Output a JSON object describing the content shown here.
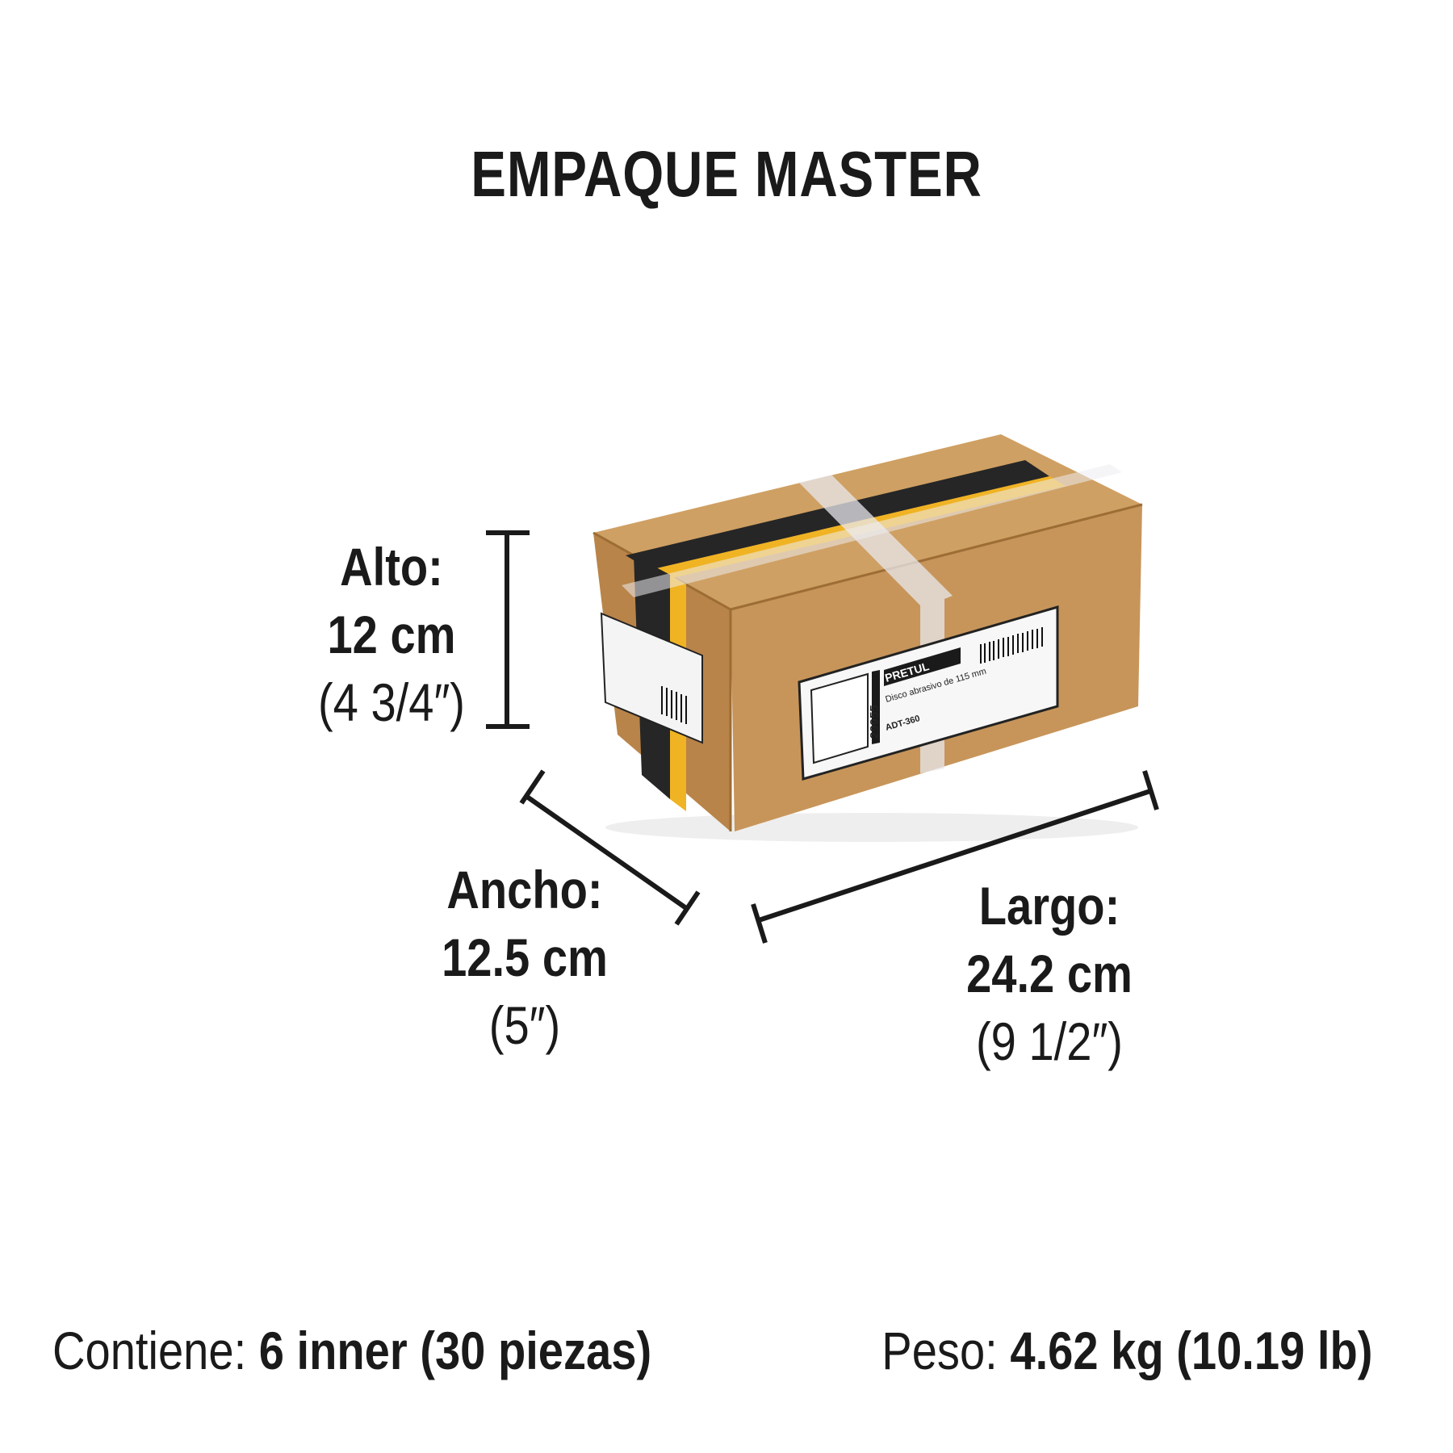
{
  "title": "EMPAQUE MASTER",
  "alto": {
    "label": "Alto:",
    "metric": "12 cm",
    "imperial": "(4 3/4″)"
  },
  "ancho": {
    "label": "Ancho:",
    "metric": "12.5 cm",
    "imperial": "(5″)"
  },
  "largo": {
    "label": "Largo:",
    "metric": "24.2 cm",
    "imperial": "(9 1/2″)"
  },
  "footer": {
    "contiene_label": "Contiene:",
    "contiene_value": "6 inner (30 piezas)",
    "peso_label": "Peso:",
    "peso_value": "4.62 kg",
    "peso_imperial": "(10.19 lb)"
  },
  "box": {
    "brand": "PRETUL",
    "code": "29955",
    "description": "Disco abrasivo de 115 mm",
    "sku": "ADT-360",
    "colors": {
      "cardboard": "#c99a5c",
      "tape_yellow": "#f0b323",
      "tape_black": "#262626"
    }
  }
}
